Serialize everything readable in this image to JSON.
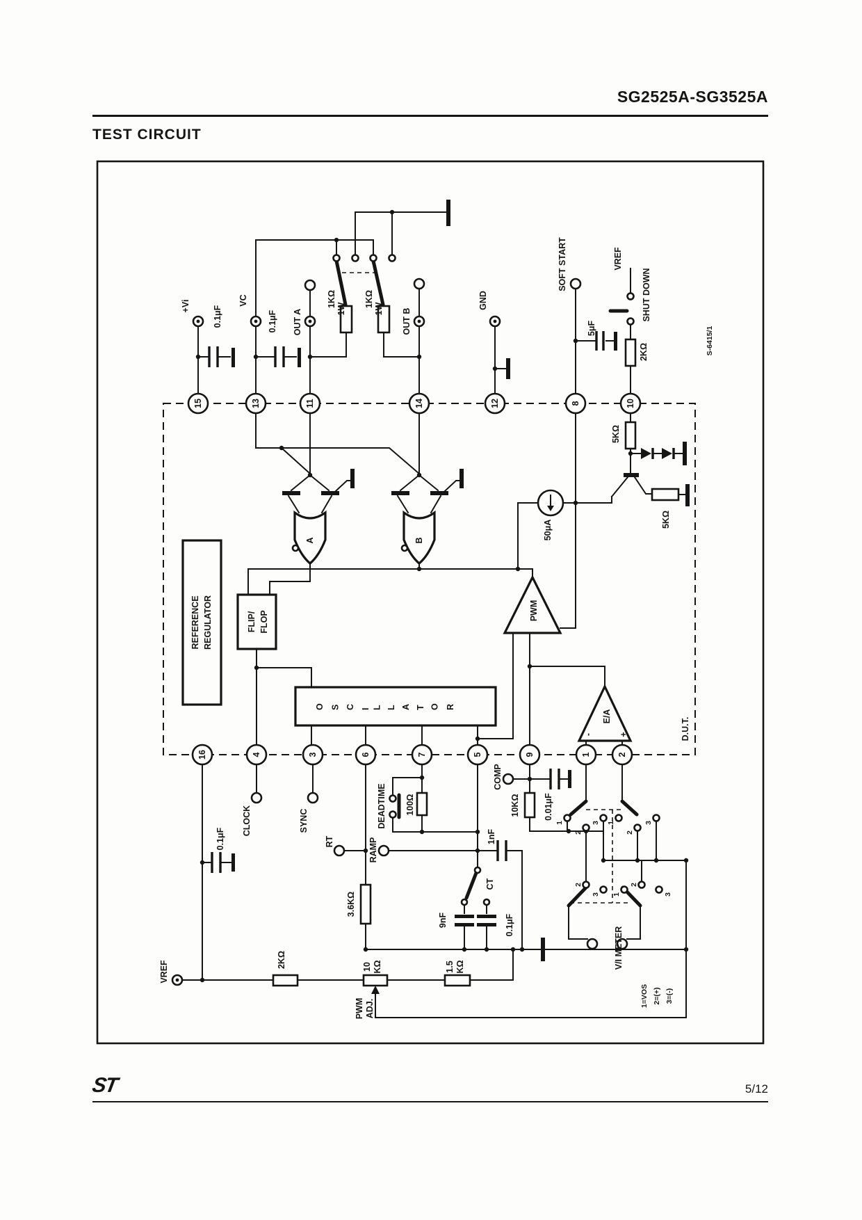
{
  "page": {
    "header_title": "SG2525A-SG3525A",
    "section_title": "TEST CIRCUIT",
    "page_number": "5/12",
    "brand_logo": "ST",
    "figure_code": "S-6415/1"
  },
  "figure": {
    "dut_label": "D.U.T.",
    "pins_top": [
      "15",
      "13",
      "11",
      "14",
      "12",
      "8",
      "10"
    ],
    "pins_bottom": [
      "16",
      "4",
      "3",
      "6",
      "7",
      "5",
      "9",
      "1",
      "2"
    ],
    "terminals": {
      "vi": "+Vi",
      "vc": "VC",
      "out_a": "OUT A",
      "out_b": "OUT B",
      "gnd": "GND",
      "soft_start": "SOFT START",
      "vref_top": "VREF",
      "shutdown": "SHUT DOWN",
      "clock": "CLOCK",
      "sync": "SYNC",
      "rt": "RT",
      "ramp": "RAMP",
      "comp": "COMP",
      "vref_bottom": "VREF"
    },
    "blocks": {
      "reference_regulator_1": "REFERENCE",
      "reference_regulator_2": "REGULATOR",
      "flip_flop_1": "FLIP/",
      "flip_flop_2": "FLOP",
      "oscillator": "OSCILLATOR",
      "pwm": "PWM",
      "error_amp": "E/A",
      "gate_a": "A",
      "gate_b": "B",
      "current_source": "50μA",
      "plus": "+",
      "minus": "-"
    },
    "components": {
      "cap_vi": "0.1μF",
      "cap_vc": "0.1μF",
      "load_a": "1KΩ",
      "load_a_w": "1W",
      "load_b": "1KΩ",
      "load_b_w": "1W",
      "cap_soft_start": "5μF",
      "r_shutdown": "2KΩ",
      "r_divider_top": "5KΩ",
      "r_emitter": "5KΩ",
      "cap_ref": "0.1μF",
      "r_rt": "3.6KΩ",
      "deadtime": "DEADTIME",
      "r_deadtime": "100Ω",
      "cap_ramp": "1nF",
      "ct": "CT",
      "cap_ct_a": "9nF",
      "cap_ct_b": "0.1μF",
      "r_comp": "10KΩ",
      "cap_comp": "0.01μF",
      "r_vref": "2KΩ",
      "pot_value_1": "10",
      "pot_value_2": "KΩ",
      "pot_adj_1": "PWM",
      "pot_adj_2": "ADJ.",
      "r_bottom_1": "1.5",
      "r_bottom_2": "KΩ"
    },
    "meter": {
      "label": "V/I METER",
      "pos1": "1",
      "pos2": "2",
      "pos3": "3",
      "legend": [
        "1=VOS",
        "2=(+)",
        "3=(-)"
      ]
    }
  }
}
